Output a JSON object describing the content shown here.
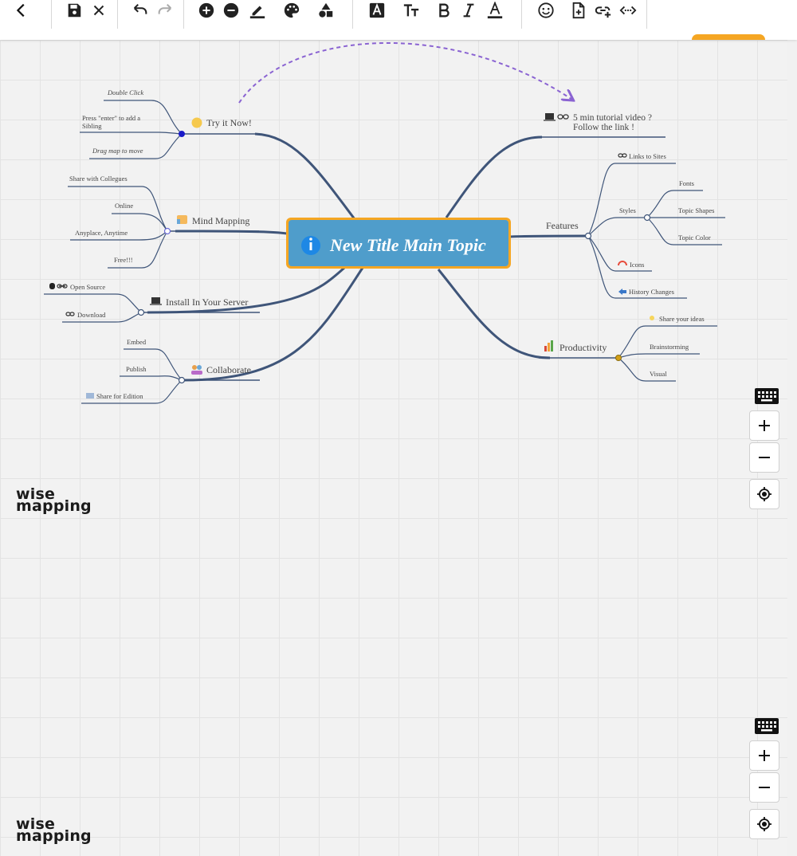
{
  "app": {
    "logo_line1": "wise",
    "logo_line2": "mapping"
  },
  "toolbar": {
    "buttons": [
      "back-icon",
      "save-icon",
      "close-icon",
      "undo-icon",
      "redo-icon",
      "add-topic-icon",
      "delete-topic-icon",
      "border-color-icon",
      "background-color-icon",
      "shape-icon",
      "font-color-box-icon",
      "font-size-icon",
      "bold-icon",
      "italic-icon",
      "text-color-icon",
      "emoji-icon",
      "note-icon",
      "link-icon",
      "embed-icon"
    ]
  },
  "colors": {
    "accent": "#f5a623",
    "central_fill": "#4f9dcb",
    "central_border": "#f5a623",
    "connector": "#3f5579",
    "dashed_relationship": "#8a63d2"
  },
  "mindmap": {
    "central": {
      "label": "New Title Main Topic",
      "icon": "info-icon"
    },
    "left_topics": [
      {
        "label": "Try it Now!",
        "icon": "emoji-face-icon",
        "children": [
          "Double Click",
          "Press \"enter\" to add a Sibling",
          "Drag map to move"
        ]
      },
      {
        "label": "Mind Mapping",
        "icon": "thumbs-up-icon",
        "children": [
          "Share with Collegues",
          "Online",
          "Anyplace, Anytime",
          "Free!!!"
        ]
      },
      {
        "label": "Install In Your Server",
        "icon": "laptop-icon",
        "children": [
          "Open Source",
          "Download"
        ]
      },
      {
        "label": "Collaborate",
        "icon": "people-icon",
        "children": [
          "Embed",
          "Publish",
          "Share for Edition"
        ]
      }
    ],
    "right_topics": [
      {
        "label_line1": "5 min tutorial video ?",
        "label_line2": "Follow the link !",
        "icon": "laptop-link-icon"
      },
      {
        "label": "Features",
        "children": [
          "Links to Sites",
          "Styles",
          "Icons",
          "History Changes"
        ],
        "styles_children": [
          "Fonts",
          "Topic Shapes",
          "Topic Color"
        ]
      },
      {
        "label": "Productivity",
        "icon": "bar-chart-icon",
        "children": [
          "Share your ideas",
          "Brainstorming",
          "Visual"
        ]
      }
    ]
  }
}
